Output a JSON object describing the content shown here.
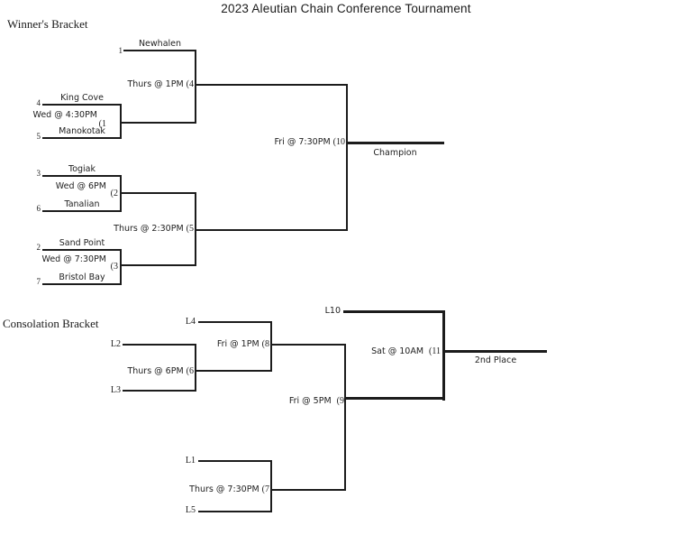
{
  "title": "2023 Aleutian Chain Conference Tournament",
  "sections": {
    "winners": "Winner's Bracket",
    "consolation": "Consolation Bracket"
  },
  "teams": {
    "newhalen": {
      "seed": "1",
      "name": "Newhalen"
    },
    "king_cove": {
      "seed": "4",
      "name": "King Cove"
    },
    "manokotak": {
      "seed": "5",
      "name": "Manokotak"
    },
    "togiak": {
      "seed": "3",
      "name": "Togiak"
    },
    "tanalian": {
      "seed": "6",
      "name": "Tanalian"
    },
    "sand_point": {
      "seed": "2",
      "name": "Sand Point"
    },
    "bristol_bay": {
      "seed": "7",
      "name": "Bristol Bay"
    }
  },
  "games": {
    "game1": {
      "schedule": "Wed @ 4:30PM",
      "num": "(1"
    },
    "game2": {
      "schedule": "Wed @ 6PM",
      "num": "(2"
    },
    "game3": {
      "schedule": "Wed @ 7:30PM",
      "num": "(3"
    },
    "game4": {
      "schedule": "Thurs @ 1PM",
      "num": "(4"
    },
    "game5": {
      "schedule": "Thurs @ 2:30PM",
      "num": "(5"
    },
    "game6": {
      "schedule": "Thurs @ 6PM",
      "num": "(6"
    },
    "game7": {
      "schedule": "Thurs @ 7:30PM",
      "num": "(7"
    },
    "game8": {
      "schedule": "Fri @ 1PM",
      "num": "(8"
    },
    "game9": {
      "schedule": "Fri @ 5PM",
      "num": "(9"
    },
    "game10": {
      "schedule": "Fri @ 7:30PM",
      "num": "(10"
    },
    "game11": {
      "schedule": "Sat @ 10AM",
      "num": "(11"
    }
  },
  "losers": {
    "l1": "L1",
    "l2": "L2",
    "l3": "L3",
    "l4": "L4",
    "l5": "L5",
    "l10": "L10"
  },
  "results": {
    "champion": "Champion",
    "second_place": "2nd Place"
  },
  "colors": {
    "background": "#ffffff",
    "line": "#1c1c1c",
    "text": "#222222"
  }
}
